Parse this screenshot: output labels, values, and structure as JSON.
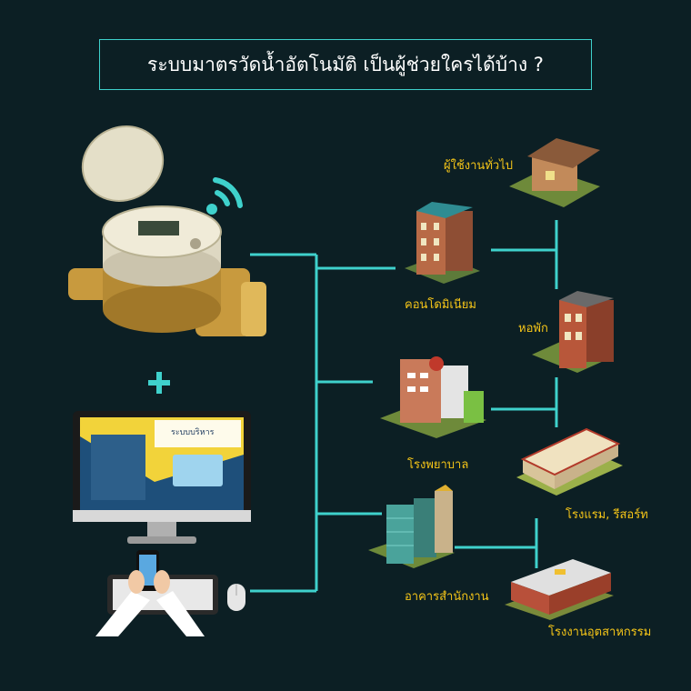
{
  "title": "ระบบมาตรวัดน้ำอัตโนมัติ เป็นผู้ช่วยใครได้บ้าง ?",
  "colors": {
    "background": "#0c1f24",
    "connector": "#3fd1cc",
    "title_border": "#3fd1cc",
    "label": "#f5c518",
    "plus": "#3fd1cc"
  },
  "icons": {
    "meter": "water-meter-icon",
    "wifi": "wifi-icon",
    "plus": "plus-icon",
    "computer": "computer-monitor-icon",
    "phone": "smartphone-icon",
    "keyboard": "keyboard-icon",
    "mouse": "mouse-icon"
  },
  "monitor_screen": {
    "heading": "ระบบบริหาร"
  },
  "buildings": [
    {
      "label": "ผู้ใช้งานทั่วไป",
      "icon": "house-icon"
    },
    {
      "label": "คอนโดมิเนียม",
      "icon": "condominium-icon"
    },
    {
      "label": "หอพัก",
      "icon": "dormitory-icon"
    },
    {
      "label": "โรงพยาบาล",
      "icon": "hospital-icon"
    },
    {
      "label": "โรงแรม, รีสอร์ท",
      "icon": "hotel-resort-icon"
    },
    {
      "label": "อาคารสำนักงาน",
      "icon": "office-building-icon"
    },
    {
      "label": "โรงงานอุตสาหกรรม",
      "icon": "factory-icon"
    }
  ]
}
